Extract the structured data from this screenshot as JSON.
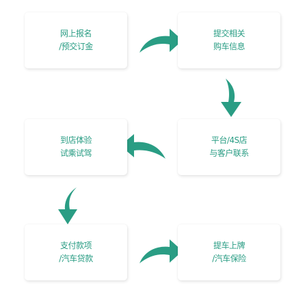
{
  "colors": {
    "accent": "#2a9d84",
    "card_bg": "#ffffff"
  },
  "steps": [
    {
      "line1": "网上报名",
      "line2": "/预交订金"
    },
    {
      "line1": "提交相关",
      "line2": "购车信息"
    },
    {
      "line1": "平台/4S店",
      "line2": "与客户联系"
    },
    {
      "line1": "到店体验",
      "line2": "试乘试驾"
    },
    {
      "line1": "支付款项",
      "line2": "/汽车贷款"
    },
    {
      "line1": "提车上牌",
      "line2": "/汽车保险"
    }
  ],
  "arrows": [
    {
      "icon": "curved-arrow-right-icon"
    },
    {
      "icon": "curved-arrow-down-icon"
    },
    {
      "icon": "curved-arrow-left-icon"
    },
    {
      "icon": "curved-arrow-down-icon"
    },
    {
      "icon": "curved-arrow-right-icon"
    }
  ]
}
